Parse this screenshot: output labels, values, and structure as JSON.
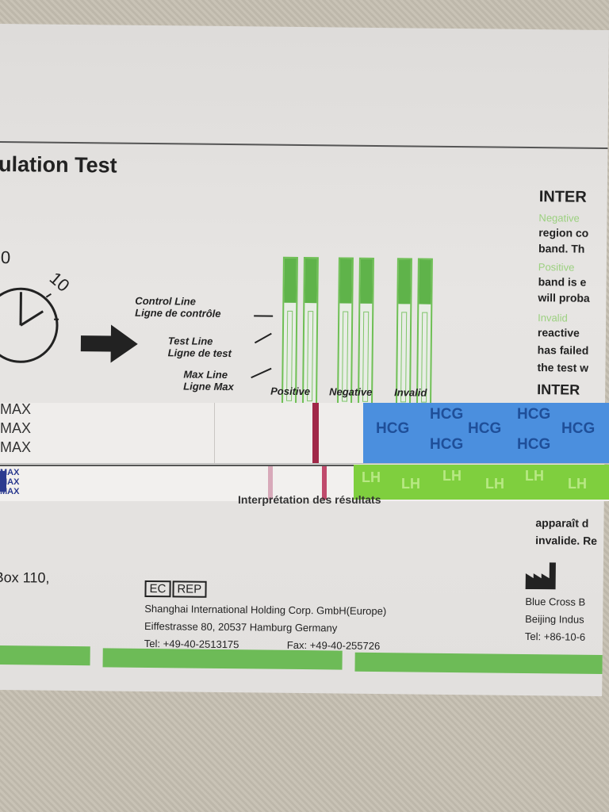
{
  "header": {
    "title": "ulation Test",
    "interpretation_heading": "INTER"
  },
  "clock": {
    "label_zero": "0",
    "label_ten": "10"
  },
  "diagram": {
    "control_line_en": "Control Line",
    "control_line_fr": "Ligne de contrôle",
    "test_line_en": "Test Line",
    "test_line_fr": "Ligne de test",
    "max_line_en": "Max Line",
    "max_line_fr": "Ligne Max",
    "results": [
      "Positive",
      "Negative",
      "Invalid"
    ]
  },
  "side_text": {
    "negative_label": "Negative",
    "line1": "region co",
    "line2": "band. Th",
    "positive_label": "Positive",
    "line3": "band is e",
    "line4": "will proba",
    "invalid_label": "Invalid",
    "line5": "reactive",
    "line6": "has failed",
    "line7": "the test w",
    "interpretation_heading2": "INTER",
    "line8": "apparaît d",
    "line9": "invalide. Re"
  },
  "strips": {
    "max_labels_hcg": [
      "MAX",
      "MAX",
      "MAX"
    ],
    "max_labels_lh": [
      "MAX",
      "MAX",
      "MAX"
    ],
    "hcg_text": "HCG",
    "lh_text": "LH"
  },
  "footer": {
    "box": "Box 110,",
    "ec": "EC",
    "rep": "REP",
    "company": "Shanghai International Holding Corp. GmbH(Europe)",
    "address": "Eiffestrasse 80, 20537 Hamburg Germany",
    "tel": "Tel: +49-40-2513175",
    "fax": "Fax: +49-40-255726",
    "right1": "Blue Cross B",
    "right2": "Beijing Indus",
    "right3": "Tel: +86-10-6",
    "partial_heading": "Interprétation des résultats"
  },
  "colors": {
    "control_green": "#5fb34a",
    "hcg_blue": "#4b8fde",
    "lh_green": "#7fcf3e",
    "test_line_red": "#b0304e"
  },
  "icons": [
    "clock-icon",
    "arrow-right-icon",
    "manufacturer-icon"
  ]
}
